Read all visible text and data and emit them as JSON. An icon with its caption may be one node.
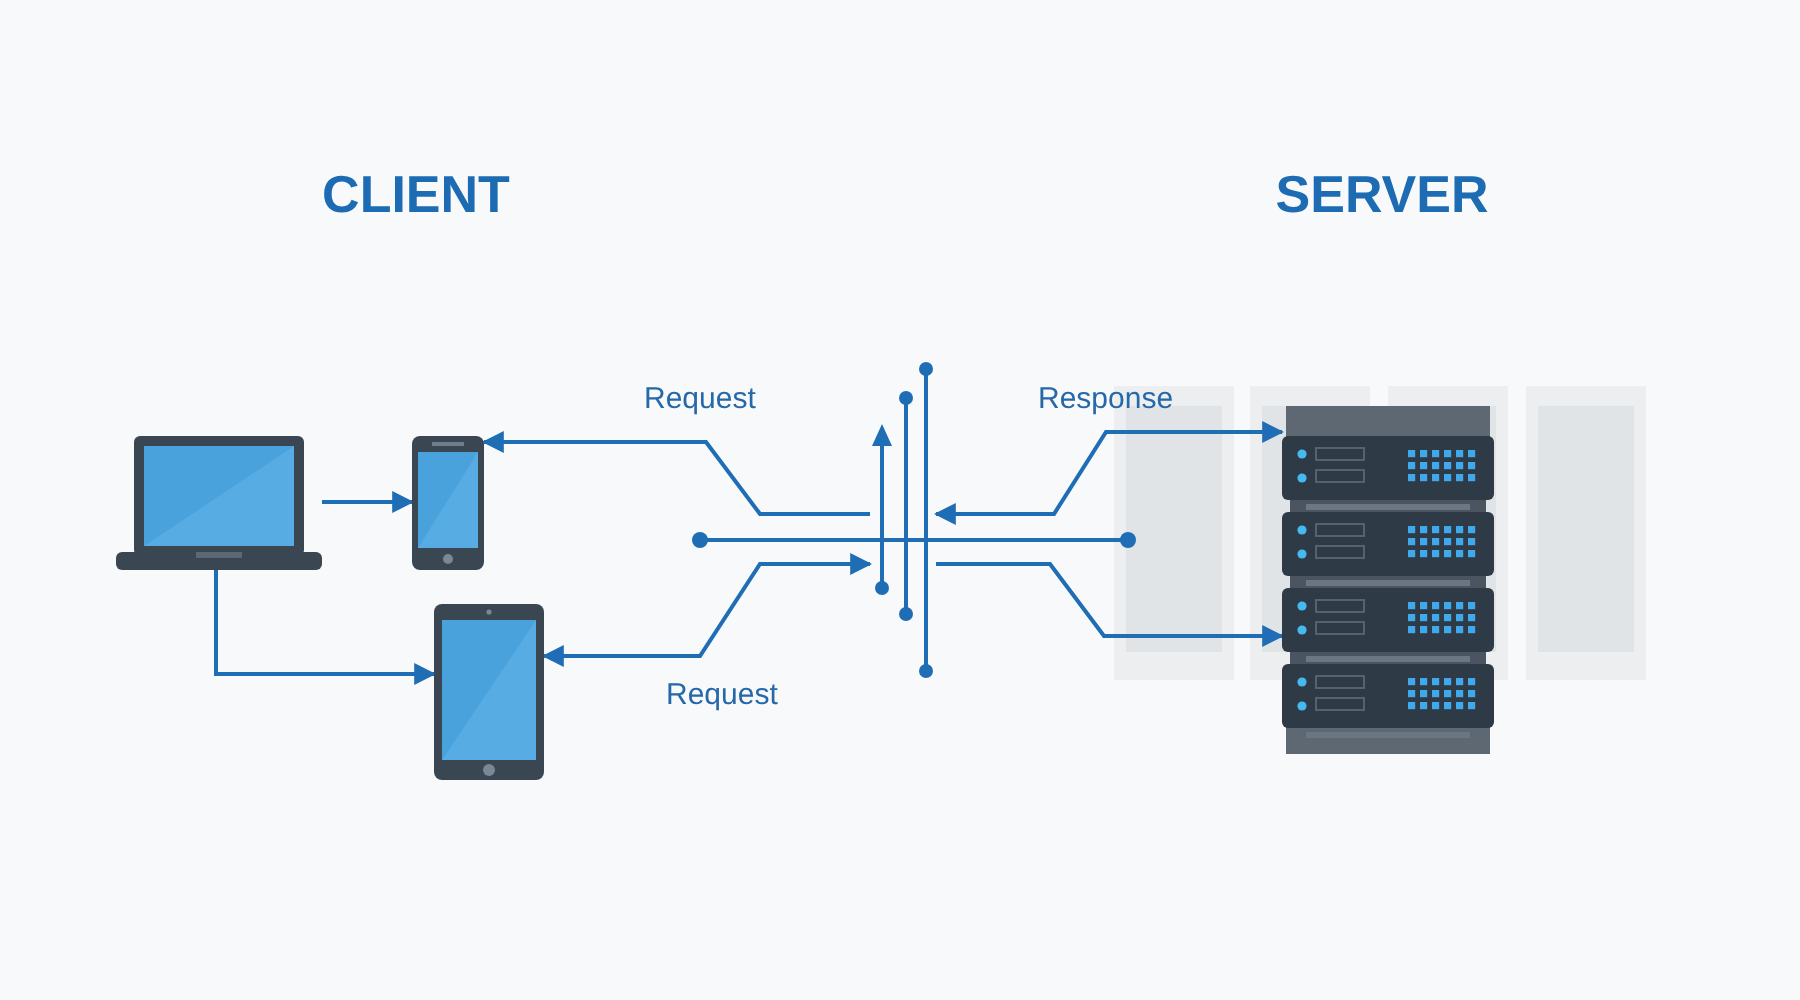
{
  "diagram": {
    "nodes": [
      {
        "text": [],
        "shape": "picture"
      },
      {
        "text": [],
        "shape": "picture"
      },
      {
        "text": [],
        "shape": "picture"
      },
      {
        "text": [],
        "shape": "bar"
      },
      {
        "text": [],
        "shape": "picture"
      }
    ],
    "edges": [
      {
        "from": 0,
        "to": 1,
        "arrow": "to"
      },
      {
        "from": 0,
        "to": 2,
        "arrow": "to"
      },
      {
        "from": 3,
        "to": 1,
        "arrow": "to",
        "label": "Request"
      },
      {
        "from": 3,
        "to": 2,
        "arrow": "both",
        "label": "Request"
      },
      {
        "from": 3,
        "to": 4,
        "arrow": "both",
        "label": "Response"
      },
      {
        "from": 3,
        "to": 4,
        "arrow": "to"
      }
    ],
    "labels": [
      "CLIENT",
      "SERVER"
    ]
  }
}
